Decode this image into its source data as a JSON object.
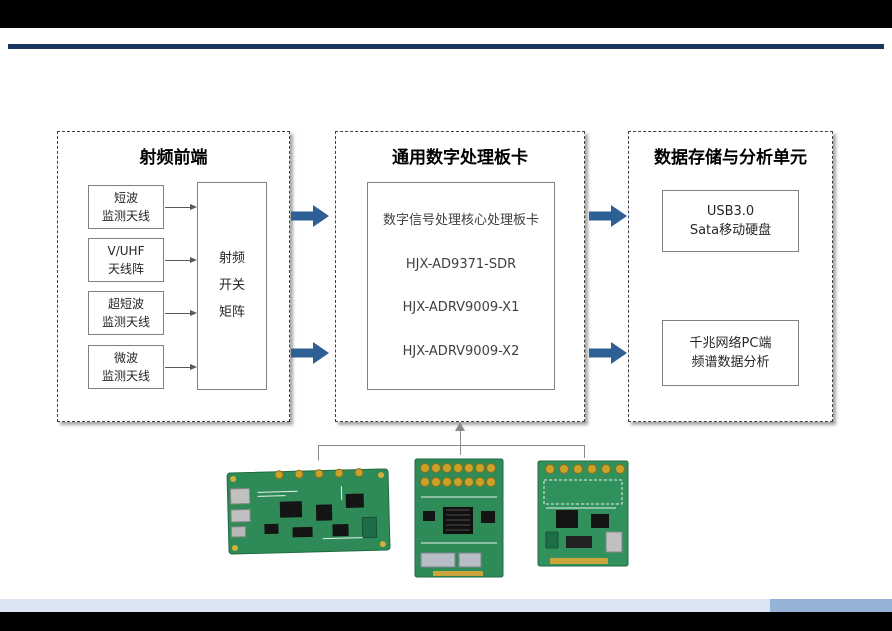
{
  "theme": {
    "top_rule_color": "#17375e",
    "arrow_color": "#2e6095",
    "footer_left_color": "#dbe5f1",
    "footer_right_color": "#95b3d7"
  },
  "diagram": {
    "rf": {
      "title": "射频前端",
      "antennas": [
        {
          "line1": "短波",
          "line2": "监测天线"
        },
        {
          "line1": "V/UHF",
          "line2": "天线阵"
        },
        {
          "line1": "超短波",
          "line2": "监测天线"
        },
        {
          "line1": "微波",
          "line2": "监测天线"
        }
      ],
      "matrix": {
        "line1": "射频",
        "line2": "开关",
        "line3": "矩阵"
      }
    },
    "dsp": {
      "title": "通用数字处理板卡",
      "core": {
        "line1": "数字信号处理核心处理板卡",
        "line2": "HJX-AD9371-SDR",
        "line3": "HJX-ADRV9009-X1",
        "line4": "HJX-ADRV9009-X2"
      }
    },
    "storage": {
      "title": "数据存储与分析单元",
      "disk": {
        "line1": "USB3.0",
        "line2": "Sata移动硬盘"
      },
      "pc": {
        "line1": "千兆网络PC端",
        "line2": "频谱数据分析"
      }
    }
  }
}
